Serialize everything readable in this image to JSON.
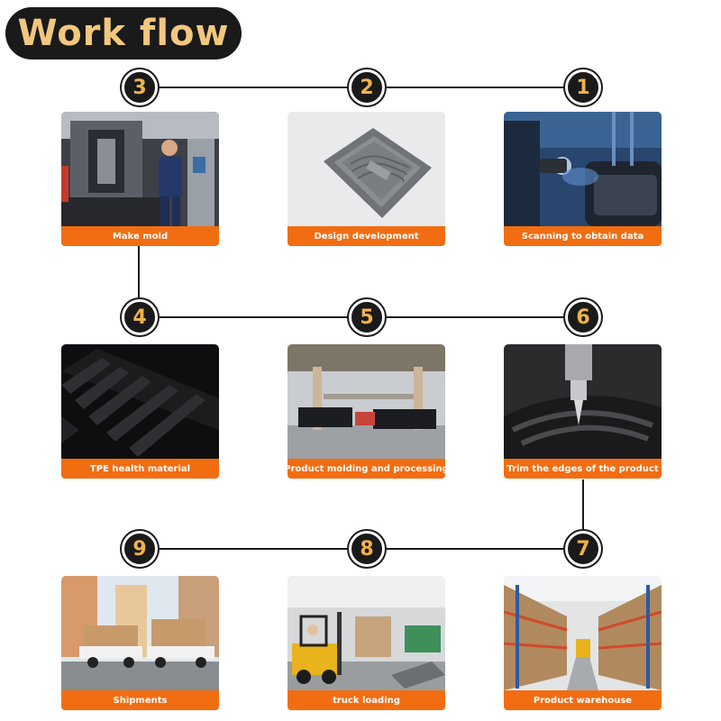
{
  "title": "Work flow",
  "steps": {
    "s1": {
      "number": "1",
      "caption": "Scanning to obtain data"
    },
    "s2": {
      "number": "2",
      "caption": "Design development"
    },
    "s3": {
      "number": "3",
      "caption": "Make mold"
    },
    "s4": {
      "number": "4",
      "caption": "TPE health material"
    },
    "s5": {
      "number": "5",
      "caption": "Product molding and processing"
    },
    "s6": {
      "number": "6",
      "caption": "Trim the edges of the product"
    },
    "s7": {
      "number": "7",
      "caption": "Product warehouse"
    },
    "s8": {
      "number": "8",
      "caption": "truck loading"
    },
    "s9": {
      "number": "9",
      "caption": "Shipments"
    }
  },
  "colors": {
    "accent": "#f26d12",
    "badge_text": "#f0b24a",
    "title_text": "#f2c77e",
    "dark": "#1a1a1a"
  }
}
